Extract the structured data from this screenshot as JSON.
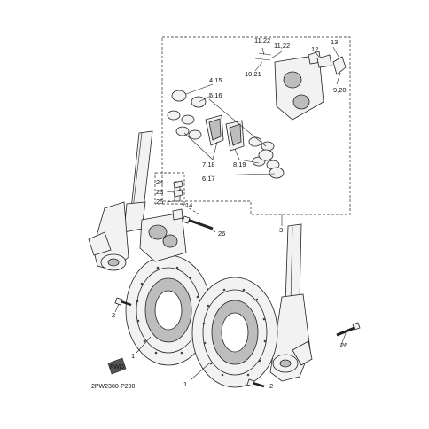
{
  "diagram_code": "2PW2300-P290",
  "fwd_mark": "FWD",
  "labels": {
    "l1122a": "11,22",
    "l1122b": "11,22",
    "l12": "12",
    "l13": "13",
    "l1021": "10,21",
    "l920": "9,20",
    "l415": "4,15",
    "l516": "5,16",
    "l718": "7,18",
    "l819": "8,19",
    "l617": "6,17",
    "l3": "3",
    "l24": "24",
    "l23": "23",
    "l25": "25",
    "l14": "14",
    "l26a": "26",
    "l26b": "26",
    "l2a": "2",
    "l2b": "2",
    "l1a": "1",
    "l1b": "1"
  }
}
